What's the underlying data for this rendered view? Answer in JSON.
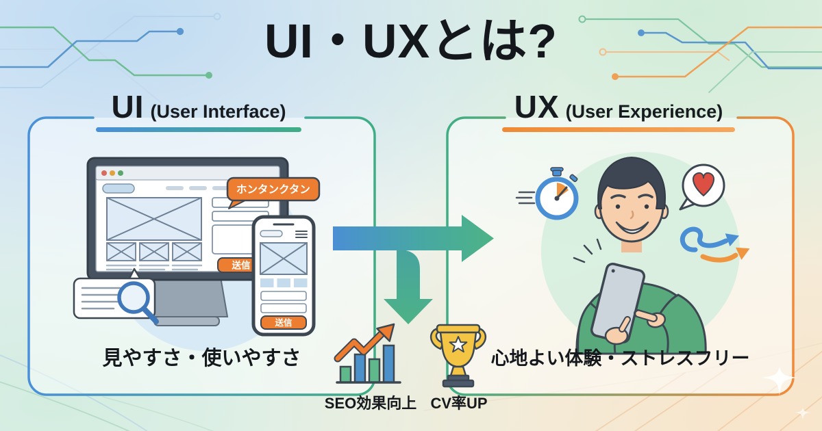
{
  "title": "UI・UXとは?",
  "ui_panel": {
    "heading": "UI",
    "subheading": "(User Interface)",
    "caption": "見やすさ・使いやすさ",
    "browser_tag": "ホンタンクタン",
    "desktop_send_button": "送信",
    "mobile_send_button": "送信"
  },
  "ux_panel": {
    "heading": "UX",
    "subheading": "(User Experience)",
    "caption": "心地よい体験・ストレスフリー"
  },
  "outcomes": {
    "seo": {
      "label": "SEO効果向上"
    },
    "cv": {
      "label": "CV率UP"
    }
  },
  "colors": {
    "ui_accent_start": "#4a90d9",
    "ui_accent_end": "#3fae85",
    "ux_accent_start": "#3fae85",
    "ux_accent_end": "#f08a3c",
    "arrow_blue": "#4a90d9",
    "arrow_green": "#4db385",
    "button_orange": "#ed7d31",
    "outline_dark": "#3d4752"
  }
}
